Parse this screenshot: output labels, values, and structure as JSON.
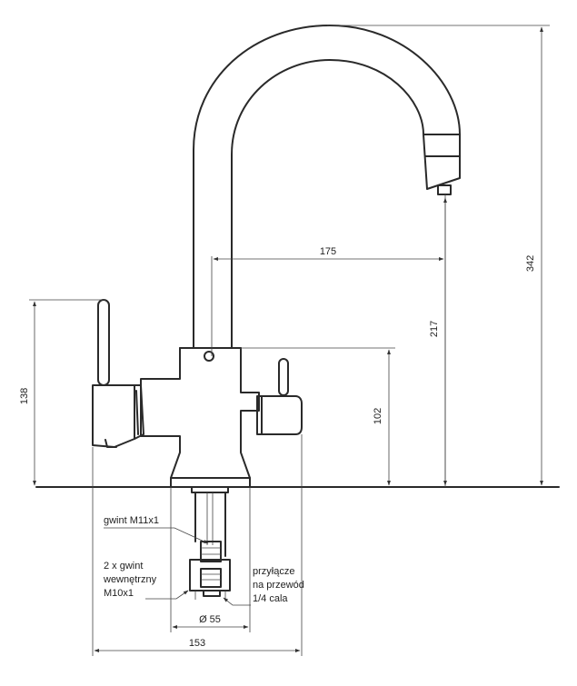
{
  "colors": {
    "line": "#2a2a2a",
    "dimension": "#444444",
    "background": "#ffffff"
  },
  "dimensions": {
    "total_height": "342",
    "spout_reach": "175",
    "spout_height": "217",
    "lever_height": "138",
    "side_handle_height": "102",
    "mount_diameter": "Ø 55",
    "total_width": "153"
  },
  "notes": {
    "thread_top": "gwint M11x1",
    "thread_internal": [
      "2 x gwint",
      "wewnętrzny",
      "M10x1"
    ],
    "hose_connector": [
      "przyłącze",
      "na przewód",
      "1/4 cala"
    ]
  }
}
